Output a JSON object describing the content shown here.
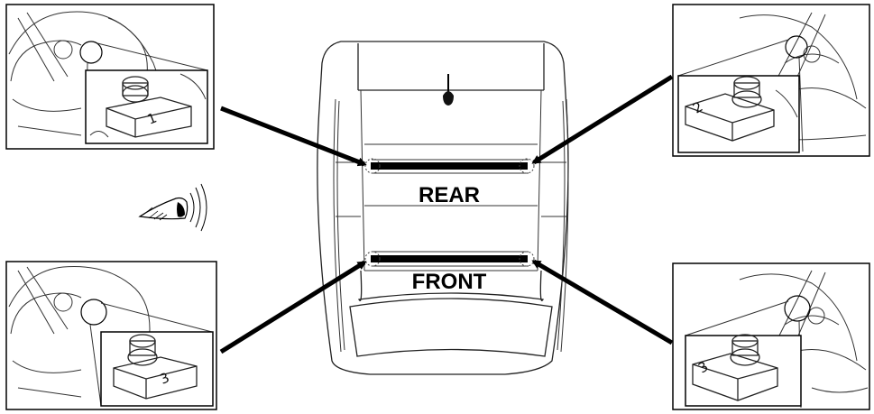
{
  "labels": {
    "rear": "REAR",
    "front": "FRONT"
  },
  "callouts": [
    {
      "id": "top-left",
      "number": "1"
    },
    {
      "id": "top-right",
      "number": "2"
    },
    {
      "id": "bottom-left",
      "number": "3"
    },
    {
      "id": "bottom-right",
      "number": "3"
    }
  ],
  "icons": [
    "eye-icon",
    "arrow-icon",
    "mounting-bolt-detail"
  ],
  "colors": {
    "line": "#000000",
    "background": "#ffffff"
  }
}
